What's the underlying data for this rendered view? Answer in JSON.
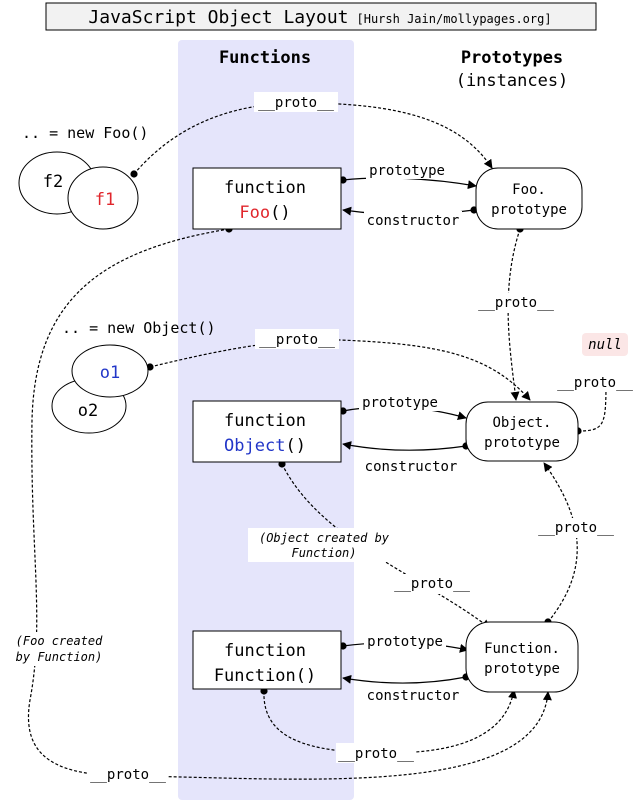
{
  "title": {
    "main": "JavaScript Object Layout",
    "credit": "[Hursh Jain/mollypages.org]"
  },
  "columns": {
    "functions": "Functions",
    "prototypes_line1": "Prototypes",
    "prototypes_line2": "(instances)"
  },
  "instances": {
    "foo_new": ".. = new Foo()",
    "f1": "f1",
    "f2": "f2",
    "object_new": ".. = new Object()",
    "o1": "o1",
    "o2": "o2"
  },
  "functions": {
    "keyword": "function",
    "foo_name": "Foo",
    "object_name": "Object",
    "function_name": "Function()",
    "call_suffix": "()"
  },
  "prototypes": {
    "foo_line1": "Foo.",
    "foo_line2": "prototype",
    "object_line1": "Object.",
    "object_line2": "prototype",
    "function_line1": "Function.",
    "function_line2": "prototype",
    "null": "null"
  },
  "links": {
    "proto": "__proto__",
    "prototype": "prototype",
    "constructor": "constructor"
  },
  "notes": {
    "object_created_1": "(Object created by",
    "object_created_2": "Function)",
    "foo_created_1": "(Foo created",
    "foo_created_2": "by Function)"
  },
  "colors": {
    "function_band": "#e5e5fb",
    "foo_red": "#e0262c",
    "object_blue": "#2236c8",
    "null_bg": "#fbe6e6",
    "line": "#000000"
  }
}
